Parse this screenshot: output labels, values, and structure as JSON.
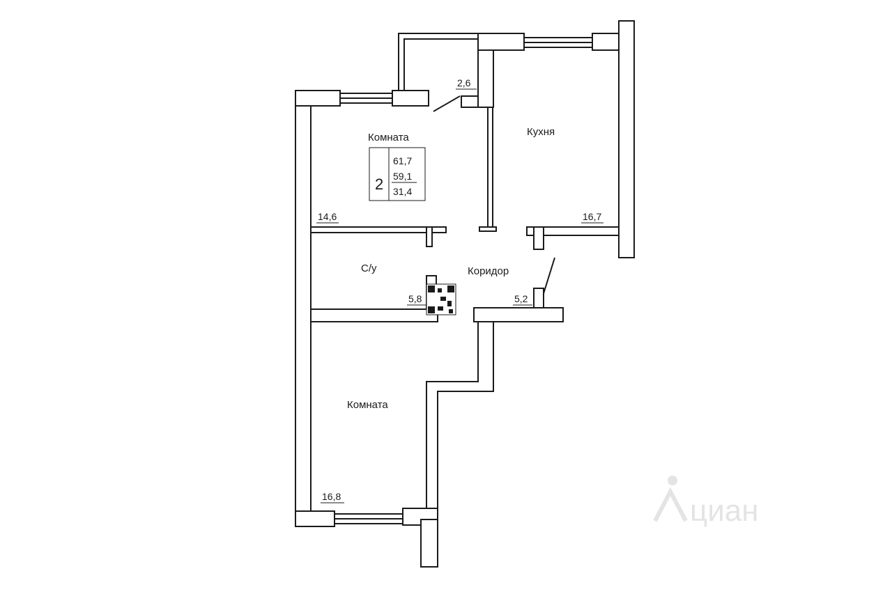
{
  "rooms": {
    "room1": {
      "label": "Комната",
      "area": "14,6"
    },
    "kitchen": {
      "label": "Кухня",
      "area": "16,7"
    },
    "balcony": {
      "area": "2,6"
    },
    "bathroom": {
      "label": "С/у",
      "area": "5,8"
    },
    "corridor": {
      "label": "Коридор",
      "area": "5,2"
    },
    "room2": {
      "label": "Комната",
      "area": "16,8"
    }
  },
  "summary": {
    "rooms_count": "2",
    "total_area": "61,7",
    "living_area_incl": "59,1",
    "living_area": "31,4"
  },
  "watermark": {
    "text": "циан"
  },
  "colors": {
    "wall": "#1a1a1a",
    "wall_fill": "#ffffff",
    "watermark": "#e4e4e4"
  }
}
